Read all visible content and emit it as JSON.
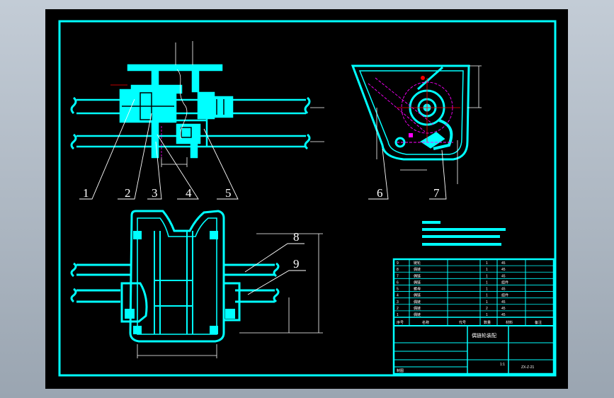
{
  "drawing": {
    "part_callouts": [
      "1",
      "2",
      "3",
      "4",
      "5",
      "6",
      "7",
      "8",
      "9"
    ],
    "title_block": {
      "drawing_name": "偶链轮装配",
      "drawing_number": "ZX-Z-21",
      "sheet_scale": "1:1",
      "row_bottom_label": "制图",
      "header_labels": [
        "序号",
        "名称",
        "代号",
        "数量",
        "材料",
        "备注"
      ]
    },
    "parts_rows": [
      {
        "no": "9",
        "name": "链轮",
        "qty": "1",
        "mat": "45"
      },
      {
        "no": "8",
        "name": "偶链",
        "qty": "1",
        "mat": "45"
      },
      {
        "no": "7",
        "name": "偶链",
        "qty": "1",
        "mat": "45"
      },
      {
        "no": "6",
        "name": "偶链",
        "qty": "1",
        "mat": "组件"
      },
      {
        "no": "5",
        "name": "螺母",
        "qty": "1",
        "mat": "45"
      },
      {
        "no": "4",
        "name": "偶链",
        "qty": "1",
        "mat": "组件"
      },
      {
        "no": "3",
        "name": "偶链",
        "qty": "1",
        "mat": "45"
      },
      {
        "no": "2",
        "name": "偶链",
        "qty": "2",
        "mat": "45"
      },
      {
        "no": "1",
        "name": "偶链",
        "qty": "1",
        "mat": "45"
      }
    ],
    "colors": {
      "background": "#000000",
      "frame": "#00ffff",
      "geometry": "#00ffff",
      "dimension": "#ffffff",
      "hidden": "#ff00ff",
      "centerline": "#ff0000",
      "window_bg": "#b4bec8"
    }
  }
}
